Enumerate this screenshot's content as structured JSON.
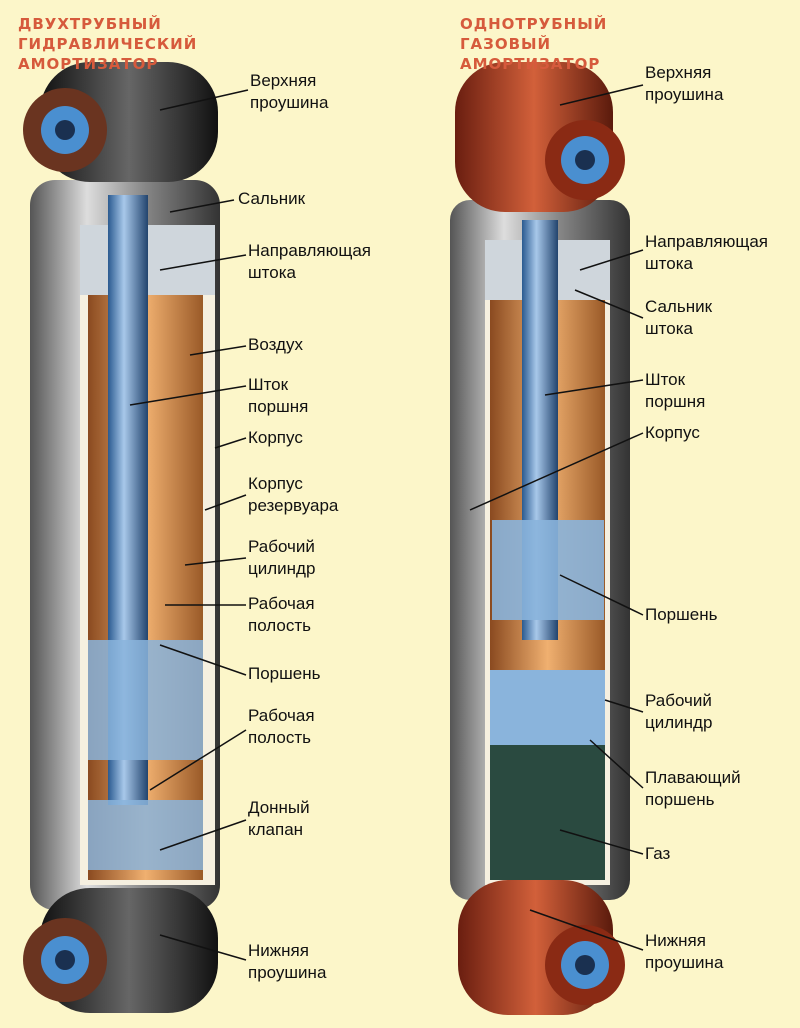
{
  "left": {
    "title": "Двухтрубный гидравлический амортизатор",
    "labels": [
      "Верхняя\nпроушина",
      "Сальник",
      "Направляющая\nштока",
      "Воздух",
      "Шток поршня",
      "Корпус",
      "Корпус\nрезервуара",
      "Рабочий\nцилиндр",
      "Рабочая\nполость",
      "Поршень",
      "Рабочая\nполость",
      "Донный\nклапан",
      "Нижняя\nпроушина"
    ]
  },
  "right": {
    "title": "Однотрубный газовый амортизатор",
    "labels": [
      "Верхняя\nпроушина",
      "Направляющая\nштока",
      "Сальник\nштока",
      "Шток поршня",
      "Корпус",
      "Поршень",
      "Рабочий\nцилиндр",
      "Плавающий\nпоршень",
      "Газ",
      "Нижняя\nпроушина"
    ]
  },
  "colors": {
    "title": "#d65a3c",
    "background": "#fcf6c9",
    "bushing": "#4a8fd0",
    "oil": "#d98a3e",
    "red_eye": "#b2442a"
  }
}
